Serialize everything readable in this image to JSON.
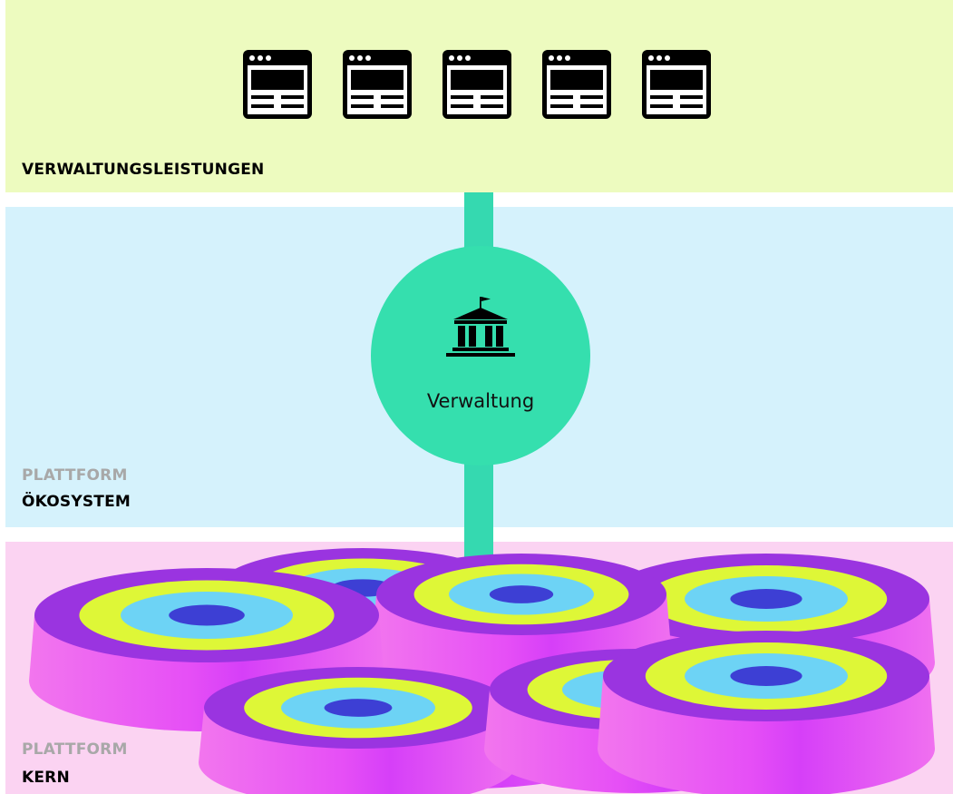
{
  "layers": {
    "top": {
      "title": "VERWALTUNGSLEISTUNGEN"
    },
    "middle": {
      "subtitle": "PLATTFORM",
      "title": "ÖKOSYSTEM"
    },
    "bottom": {
      "subtitle": "PLATTFORM",
      "title": "KERN"
    }
  },
  "hub": {
    "label": "Verwaltung",
    "icon": "government-building-icon"
  },
  "services": {
    "icon": "browser-window-icon",
    "count": 5
  },
  "colors": {
    "top_band": "#edfbbf",
    "middle_band": "#d5f2fc",
    "bottom_band": "#fbd3f2",
    "hub": "#35dfae",
    "connector": "#35d9b0",
    "disc_rim": "#ee55f2",
    "disc_outer": "#9a34e0",
    "disc_ring_lime": "#def737",
    "disc_ring_cyan": "#6dd3f5",
    "disc_core": "#3d3fd4"
  }
}
